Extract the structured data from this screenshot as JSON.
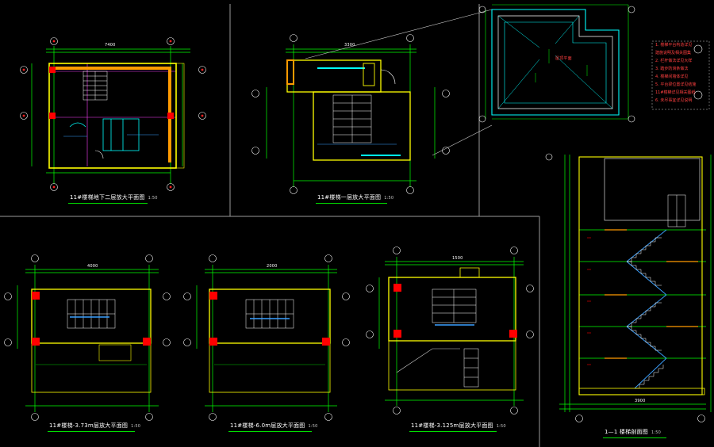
{
  "drawing": {
    "titles": [
      {
        "id": "t1",
        "text": "11#楼梯地下二层放大平面图",
        "scale": "1:50"
      },
      {
        "id": "t2",
        "text": "11#楼梯一层放大平面图",
        "scale": "1:50"
      },
      {
        "id": "t3",
        "text": "11#楼梯-3.73m层放大平面图",
        "scale": "1:50"
      },
      {
        "id": "t4",
        "text": "11#楼梯-6.0m层放大平面图",
        "scale": "1:50"
      },
      {
        "id": "t5",
        "text": "11#楼梯-3.125m层放大平面图",
        "scale": "1:50"
      },
      {
        "id": "t6",
        "text": "1—1  楼梯剖面图",
        "scale": "1:50"
      }
    ],
    "dims": {
      "overall_7400": "7400",
      "overall_3300": "3300",
      "overall_4000": "4000",
      "dim_2000": "2000",
      "dim_1500": "1500",
      "dim_3900": "3900"
    },
    "notes": [
      "1. 楼梯平台构造详见",
      "   建施说明及相关图集",
      "2. 栏杆做法详见大样",
      "3. 踏步防滑条做法",
      "4. 楼梯间墙体详见",
      "5. 平台梁位置详见结施",
      "   11#楼梯详见相关图纸",
      "6. 未尽事宜详见说明"
    ],
    "room_label": "屋顶平面",
    "colors": {
      "wall": "#ffff00",
      "dim": "#00ff00",
      "column": "#ff0000",
      "stair": "#ffffff",
      "blue": "#3aa0ff",
      "cyan": "#00ffff",
      "magenta": "#ff40ff",
      "orange": "#ff9a00"
    }
  }
}
